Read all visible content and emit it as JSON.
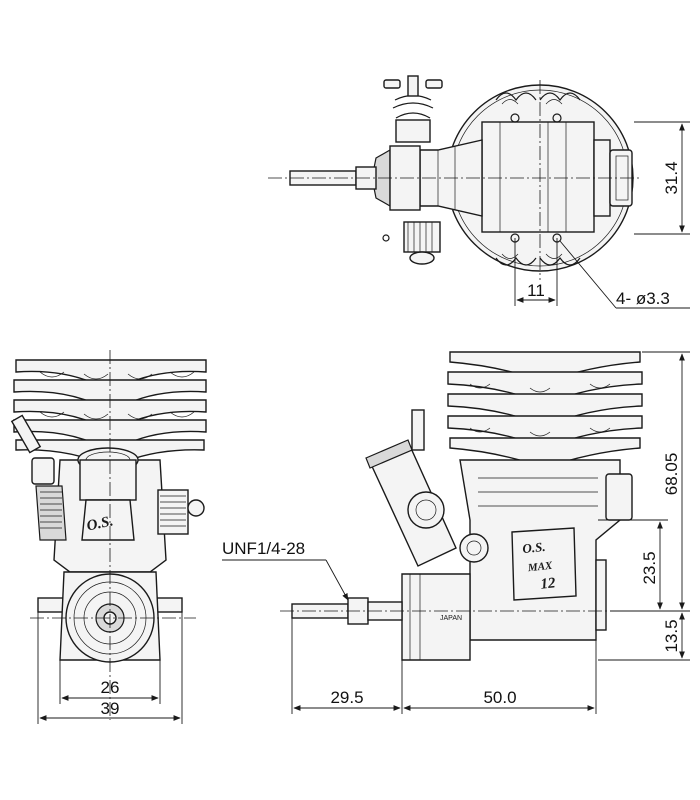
{
  "dimensions": {
    "top_height": "31.4",
    "top_spacing": "11",
    "top_holes": "4- ø3.3",
    "side_height": "68.05",
    "side_shaft_height": "23.5",
    "side_bottom": "13.5",
    "side_shaft_len": "29.5",
    "side_body_len": "50.0",
    "thread": "UNF1/4-28",
    "front_inner_width": "26",
    "front_outer_width": "39"
  },
  "markings": {
    "brand_front": "O.S.",
    "brand_side": "O.S.",
    "model_side": "MAX",
    "size_side": "12",
    "origin": "JAPAN"
  }
}
